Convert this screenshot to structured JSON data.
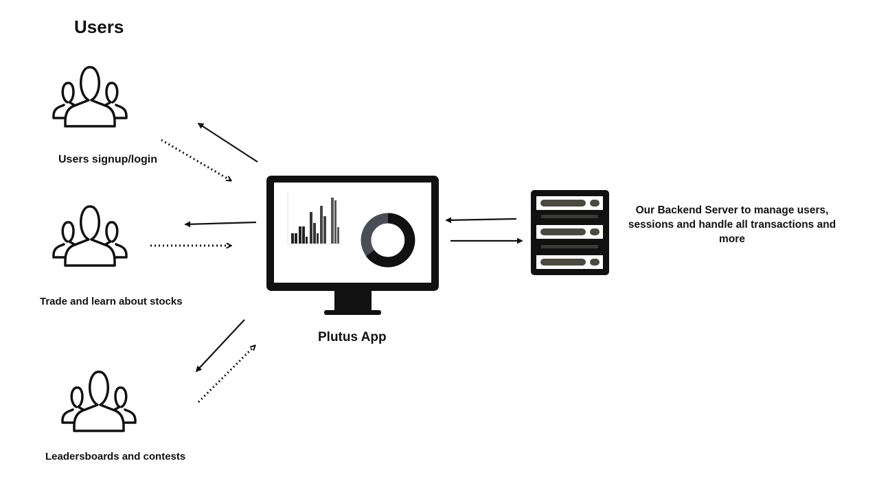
{
  "title": "Users",
  "groups": [
    {
      "label": "Users signup/login"
    },
    {
      "label": "Trade and learn about stocks"
    },
    {
      "label": "Leadersboards and contests"
    }
  ],
  "app": {
    "label": "Plutus App"
  },
  "server": {
    "label": "Our Backend Server to manage users, sessions and handle all transactions and more"
  },
  "colors": {
    "ink": "#111111",
    "chart_gray": "#4a4f57",
    "server_bar": "#4a4a40"
  },
  "icons": [
    "users-group-icon",
    "monitor-icon",
    "server-icon",
    "solid-arrow",
    "dotted-arrow"
  ]
}
